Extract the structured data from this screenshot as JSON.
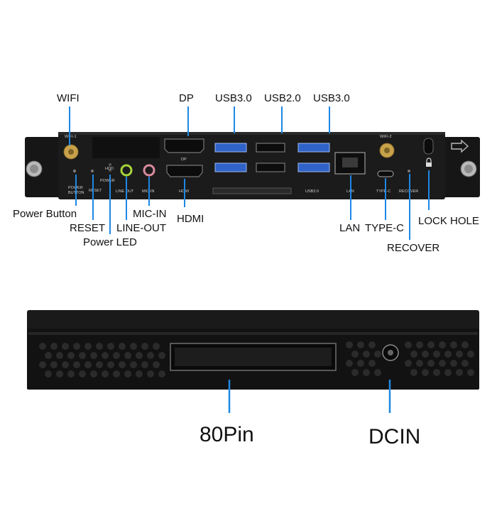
{
  "labels": {
    "wifi": "WIFI",
    "dp": "DP",
    "usb30_left": "USB3.0",
    "usb20": "USB2.0",
    "usb30_right": "USB3.0",
    "power_button": "Power Button",
    "reset": "RESET",
    "power_led": "Power LED",
    "line_out": "LINE-OUT",
    "mic_in": "MIC-IN",
    "hdmi": "HDMI",
    "lan": "LAN",
    "type_c": "TYPE-C",
    "recover": "RECOVER",
    "lock_hole": "LOCK HOLE",
    "pin80": "80Pin",
    "dcin": "DCIN"
  },
  "silkscreen": {
    "wifi1": "WIFI-1",
    "wifi2": "WIFI-2",
    "hdd": "HDD",
    "power": "POWER",
    "power_button": "POWER",
    "power_button2": "BUTTON",
    "reset": "RESET",
    "line_out": "LINE OUT",
    "mic_in": "MIC-IN",
    "dp": "DP",
    "hdmi": "HDMI",
    "usb30": "USB3.0",
    "lan": "LAN",
    "type_c": "TYPE-C",
    "recover": "RECOVER"
  },
  "colors": {
    "callout_line": "#1e88e5",
    "chassis": "#1b1b1b",
    "usb3_blue": "#2f63c9",
    "antenna_gold": "#c8a24a"
  }
}
